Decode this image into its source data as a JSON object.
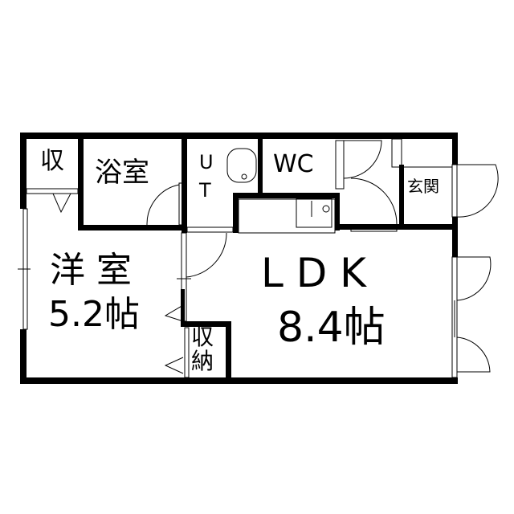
{
  "rooms": {
    "storage_top": "収",
    "bath": "浴室",
    "ut_u": "U",
    "ut_t": "T",
    "wc": "WC",
    "entrance": "玄関",
    "western_name": "洋 室",
    "western_size": "5.2帖",
    "closet_1": "収",
    "closet_2": "納",
    "ldk_name": "L D K",
    "ldk_size": "8.4帖"
  }
}
